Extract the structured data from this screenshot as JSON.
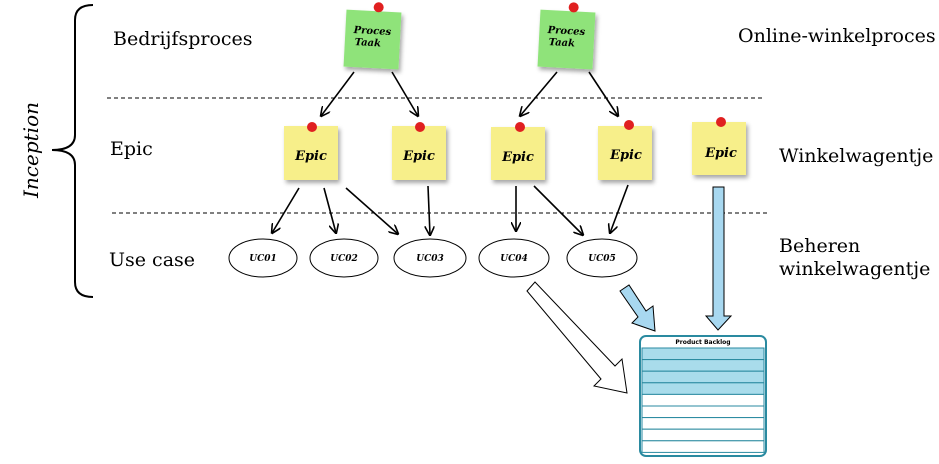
{
  "labels": {
    "side": "Inception",
    "row_process": "Bedrijfsproces",
    "row_epic": "Epic",
    "row_usecase": "Use case",
    "right_process": "Online-winkelproces",
    "right_epic": "Winkelwagentje",
    "right_usecase_1": "Beheren",
    "right_usecase_2": "winkelwagentje"
  },
  "process_notes": [
    {
      "line1": "Proces",
      "line2": "Taak"
    },
    {
      "line1": "Proces",
      "line2": "Taak"
    }
  ],
  "epics": [
    "Epic",
    "Epic",
    "Epic",
    "Epic",
    "Epic"
  ],
  "use_cases": [
    "UC01",
    "UC02",
    "UC03",
    "UC04",
    "UC05"
  ],
  "backlog": {
    "title": "Product Backlog",
    "highlighted_rows": 4,
    "total_rows": 9
  },
  "colors": {
    "process_note": "#8fe37a",
    "epic_note": "#f7ef8a",
    "pin": "#e02020",
    "backlog_border": "#2a8aa0",
    "backlog_highlight": "#a9dceb",
    "light_arrow": "#a8d8f0"
  }
}
